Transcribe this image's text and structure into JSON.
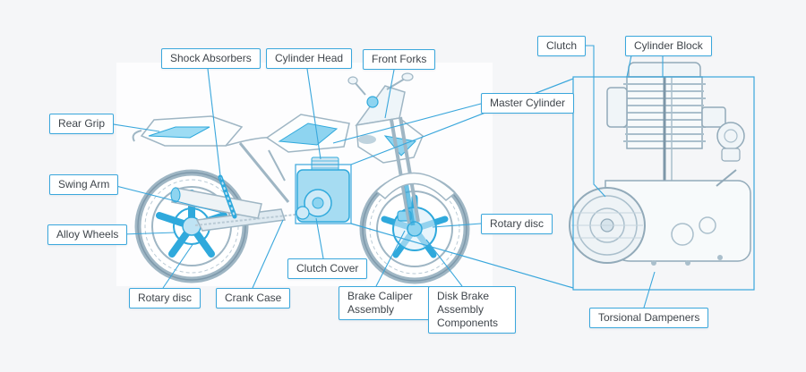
{
  "colors": {
    "accent": "#3aa7dc",
    "highlight": "#2fa9dc",
    "line_gray": "#92aab9",
    "background": "#f5f6f8",
    "label_text": "#3f454b"
  },
  "diagram": {
    "subject": "Motorcycle parts diagram with engine close-up"
  },
  "labels": {
    "shock_absorbers": "Shock Absorbers",
    "cylinder_head": "Cylinder Head",
    "front_forks": "Front Forks",
    "rear_grip": "Rear Grip",
    "master_cylinder": "Master Cylinder",
    "swing_arm": "Swing Arm",
    "alloy_wheels": "Alloy Wheels",
    "rotary_disc_left": "Rotary disc",
    "crank_case": "Crank Case",
    "clutch_cover": "Clutch Cover",
    "brake_caliper_assembly": "Brake Caliper Assembly",
    "disk_brake_assembly": "Disk Brake Assembly Components",
    "rotary_disc_right": "Rotary disc",
    "clutch": "Clutch",
    "cylinder_block": "Cylinder Block",
    "torsional_dampeners": "Torsional Dampeners"
  }
}
